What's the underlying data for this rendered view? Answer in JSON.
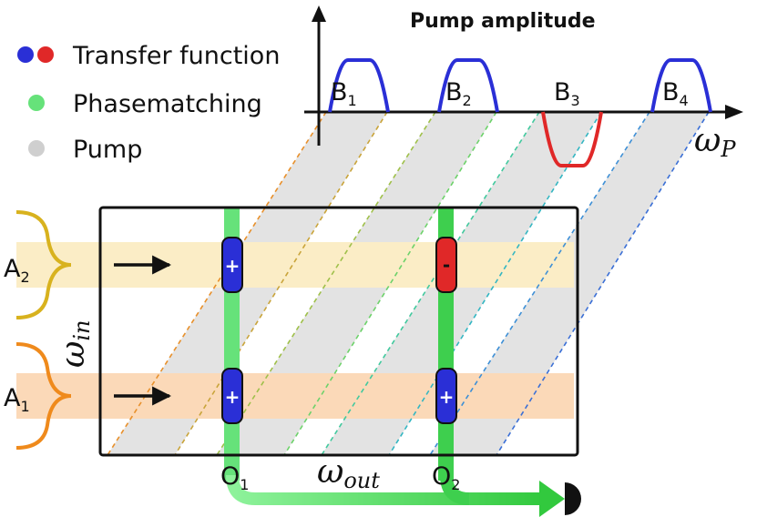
{
  "legend": {
    "transfer_function": "Transfer function",
    "phasematching": "Phasematching",
    "pump": "Pump",
    "colors": {
      "positive": "#2a2fd6",
      "negative": "#e02828",
      "phasematching": "#66e27a",
      "pump": "#d0d0d0"
    }
  },
  "pump_spectrum": {
    "title": "Pump amplitude",
    "axis_label": "ω",
    "axis_sub": "P",
    "bands": [
      {
        "letter": "B",
        "index": "1",
        "sign": "positive"
      },
      {
        "letter": "B",
        "index": "2",
        "sign": "positive"
      },
      {
        "letter": "B",
        "index": "3",
        "sign": "negative"
      },
      {
        "letter": "B",
        "index": "4",
        "sign": "positive"
      }
    ]
  },
  "inputs": {
    "axis_label": "ω",
    "axis_sub": "in",
    "modes": [
      {
        "letter": "A",
        "index": "2",
        "color": "#d8b21e",
        "band_color": "#fbedc6"
      },
      {
        "letter": "A",
        "index": "1",
        "color": "#ef8a1c",
        "band_color": "#fbd9b8"
      }
    ]
  },
  "outputs": {
    "axis_label": "ω",
    "axis_sub": "out",
    "modes": [
      {
        "letter": "O",
        "index": "1"
      },
      {
        "letter": "O",
        "index": "2"
      }
    ]
  },
  "coupling_signs": {
    "A2_O1": "+",
    "A2_O2": "-",
    "A1_O1": "+",
    "A1_O2": "+"
  }
}
